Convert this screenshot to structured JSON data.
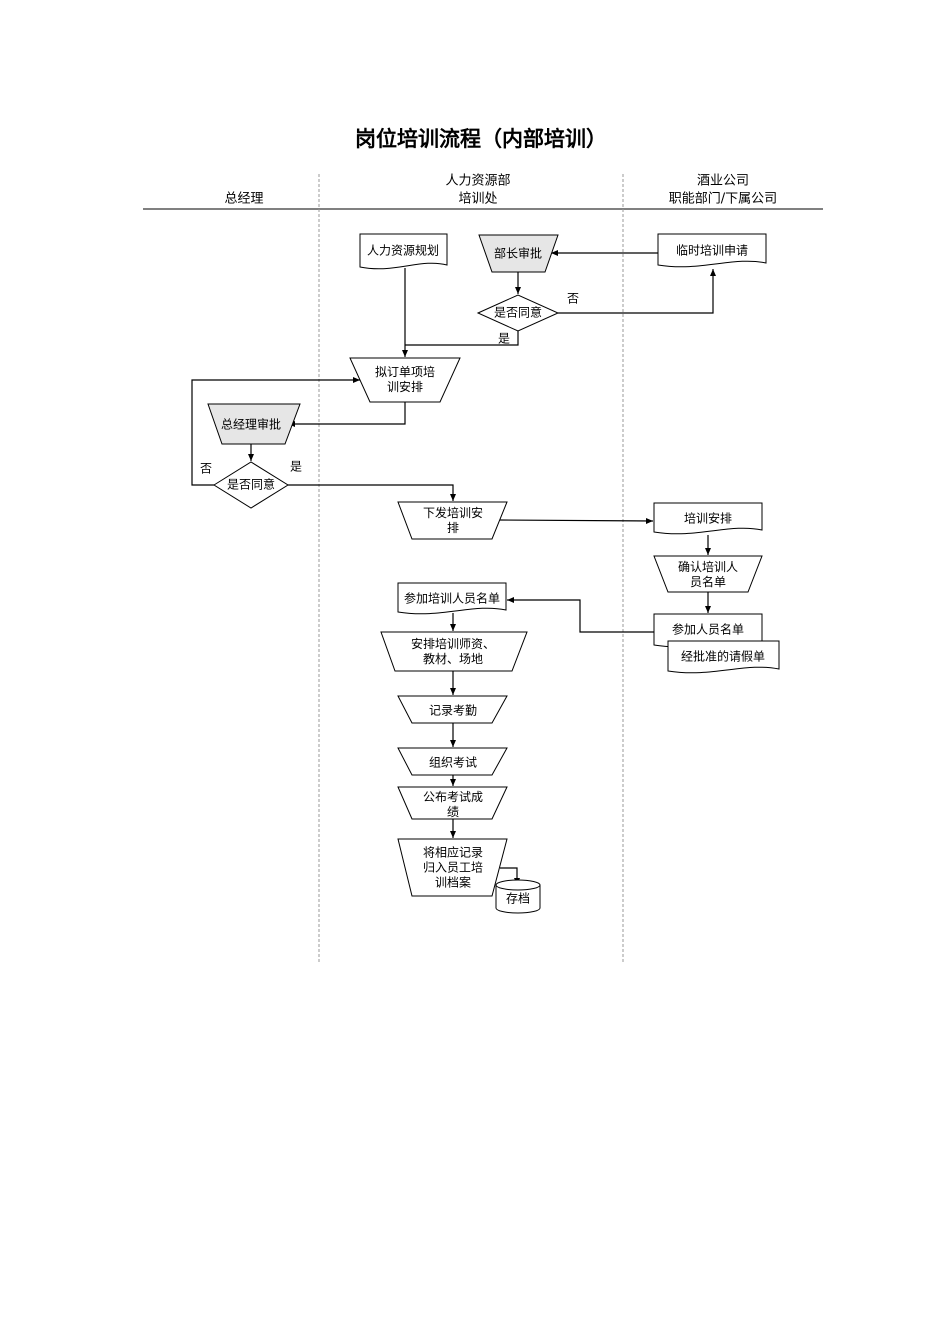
{
  "title": "岗位培训流程（内部培训）",
  "lanes": [
    {
      "lines": [
        "总经理"
      ]
    },
    {
      "lines": [
        "人力资源部",
        "培训处"
      ]
    },
    {
      "lines": [
        "酒业公司",
        "职能部门/下属公司"
      ]
    }
  ],
  "nodes": {
    "hr_plan": [
      "人力资源规划"
    ],
    "temp_request": [
      "临时培训申请"
    ],
    "minister_approve": [
      "部长审批"
    ],
    "decision1": [
      "是否同意"
    ],
    "draft_plan": [
      "拟订单项培",
      "训安排"
    ],
    "gm_approve": [
      "总经理审批"
    ],
    "decision2": [
      "是否同意"
    ],
    "issue_plan": [
      "下发培训安",
      "排"
    ],
    "training_plan_doc": [
      "培训安排"
    ],
    "confirm_list": [
      "确认培训人",
      "员名单"
    ],
    "attendee_list": [
      "参加人员名单"
    ],
    "leave_form": [
      "经批准的请假单"
    ],
    "trainee_list": [
      "参加培训人员名单"
    ],
    "arrange_resources": [
      "安排培训师资、",
      "教材、场地"
    ],
    "attendance": [
      "记录考勤"
    ],
    "exam": [
      "组织考试"
    ],
    "publish_results": [
      "公布考试成",
      "绩"
    ],
    "archive_records": [
      "将相应记录",
      "归入员工培",
      "训档案"
    ],
    "storage": [
      "存档"
    ]
  },
  "labels": {
    "d1_yes": "是",
    "d1_no": "否",
    "d2_yes": "是",
    "d2_no": "否"
  }
}
